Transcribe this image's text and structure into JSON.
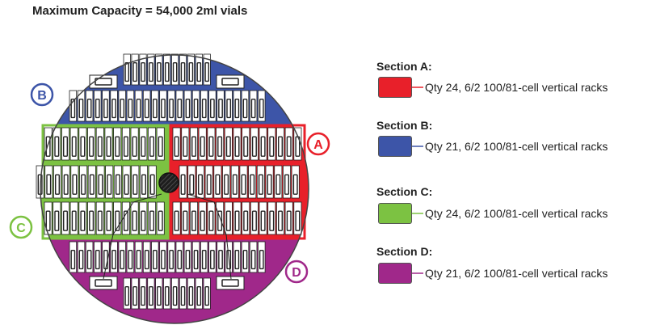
{
  "title": "Maximum Capacity = 54,000 2ml vials",
  "sections": [
    {
      "letter": "A",
      "heading": "Section A:",
      "description": "Qty 24, 6/2 100/81-cell vertical racks",
      "color": "#e8202a"
    },
    {
      "letter": "B",
      "heading": "Section B:",
      "description": "Qty 21, 6/2 100/81-cell vertical racks",
      "color": "#3d55a8"
    },
    {
      "letter": "C",
      "heading": "Section C:",
      "description": "Qty 24,  6/2 100/81-cell vertical racks",
      "color": "#7cc242"
    },
    {
      "letter": "D",
      "heading": "Section D:",
      "description": "Qty 21, 6/2 100/81-cell vertical racks",
      "color": "#a0288a"
    }
  ],
  "colors": {
    "center_hub": "#1e1e1e",
    "rack_fill": "#ffffff",
    "rack_stroke": "#222222"
  }
}
